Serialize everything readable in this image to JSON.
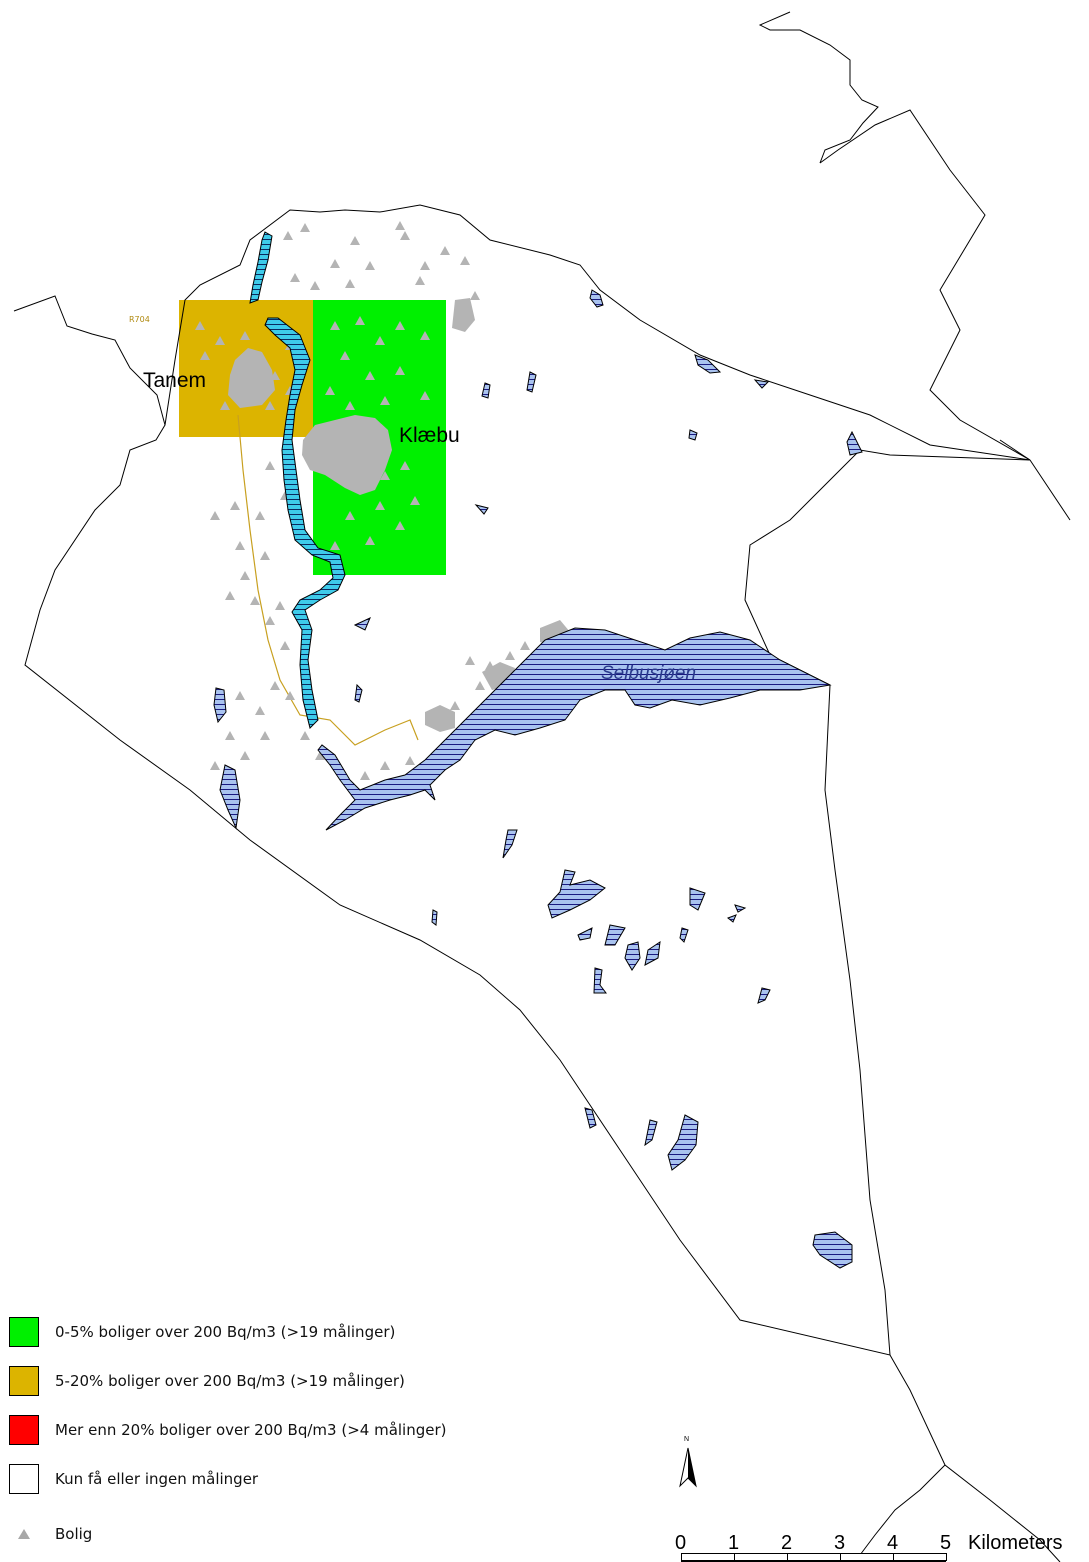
{
  "places": {
    "tanem": "Tanem",
    "klaebu": "Klæbu",
    "road": "R704",
    "lake": "Selbusjøen"
  },
  "legend": {
    "items": [
      {
        "label": "0-5% boliger over 200 Bq/m3 (>19 målinger)",
        "color": "#00f000"
      },
      {
        "label": "5-20% boliger over 200 Bq/m3 (>19 målinger)",
        "color": "#dcb400"
      },
      {
        "label": "Mer enn 20% boliger over 200 Bq/m3 (>4 målinger)",
        "color": "#ff0000"
      },
      {
        "label": "Kun få eller ingen målinger",
        "color": "#ffffff"
      }
    ],
    "dwelling_label": "Bolig"
  },
  "scale_bar": {
    "ticks": [
      "0",
      "1",
      "2",
      "3",
      "4",
      "5"
    ],
    "unit": "Kilometers"
  },
  "north_arrow": {
    "label": "N"
  },
  "colors": {
    "green_zone": "#00f000",
    "yellow_zone": "#dcb400",
    "lake": "#a9c3ef",
    "river": "#3ecbea",
    "dwelling": "#b4b4b4",
    "road": "#c8a020"
  }
}
